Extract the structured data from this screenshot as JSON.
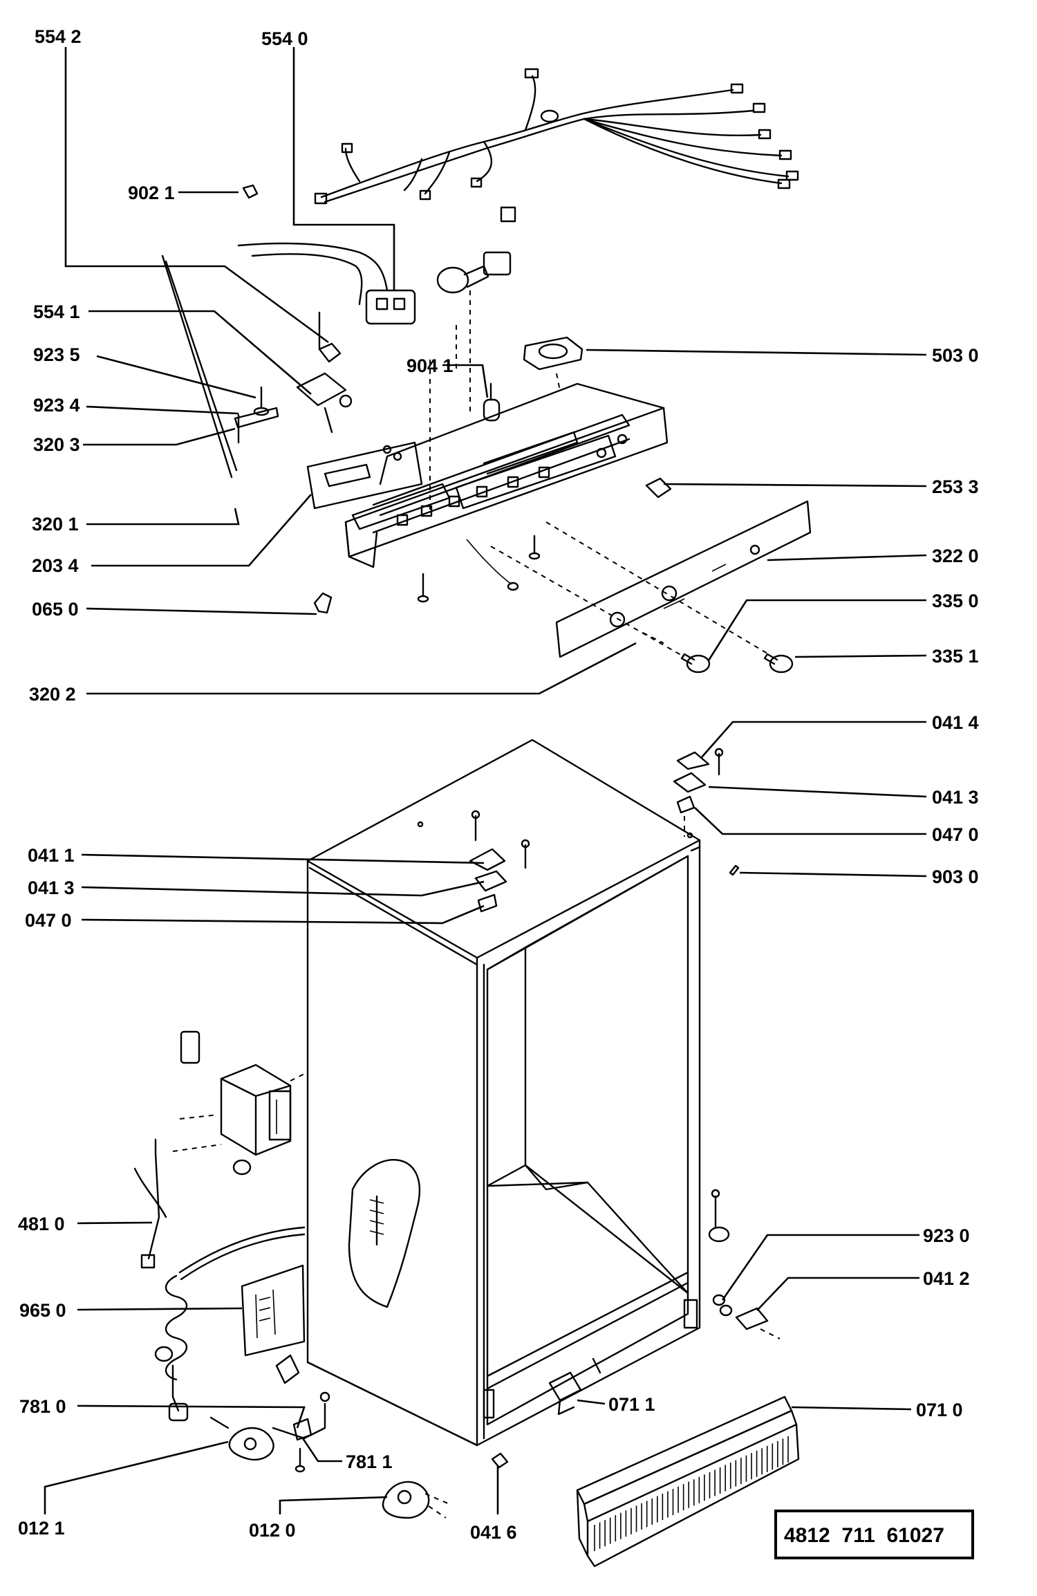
{
  "labels": {
    "l5542": "554 2",
    "l5540": "554 0",
    "l9021": "902 1",
    "l5541": "554 1",
    "l9235": "923 5",
    "l9234": "923 4",
    "l3203": "320 3",
    "l3201": "320 1",
    "l2034": "203 4",
    "l0650": "065 0",
    "l3202": "320 2",
    "l9041": "904 1",
    "l5030": "503 0",
    "l2533": "253 3",
    "l3220": "322 0",
    "l3350": "335 0",
    "l3351": "335 1",
    "l0414": "041 4",
    "l0413r": "041 3",
    "l0470r": "047 0",
    "l9030": "903 0",
    "l0411": "041 1",
    "l0413l": "041 3",
    "l0470l": "047 0",
    "l4810": "481  0",
    "l9650": "965 0",
    "l7810": "781 0",
    "l7811": "781 1",
    "l0121": "012 1",
    "l0120": "012  0",
    "l0416": "041 6",
    "l0711": "071 1",
    "l0710": "071 0",
    "l9230": "923 0",
    "l0412": "041 2"
  },
  "reference_number": "4812  711  61027"
}
